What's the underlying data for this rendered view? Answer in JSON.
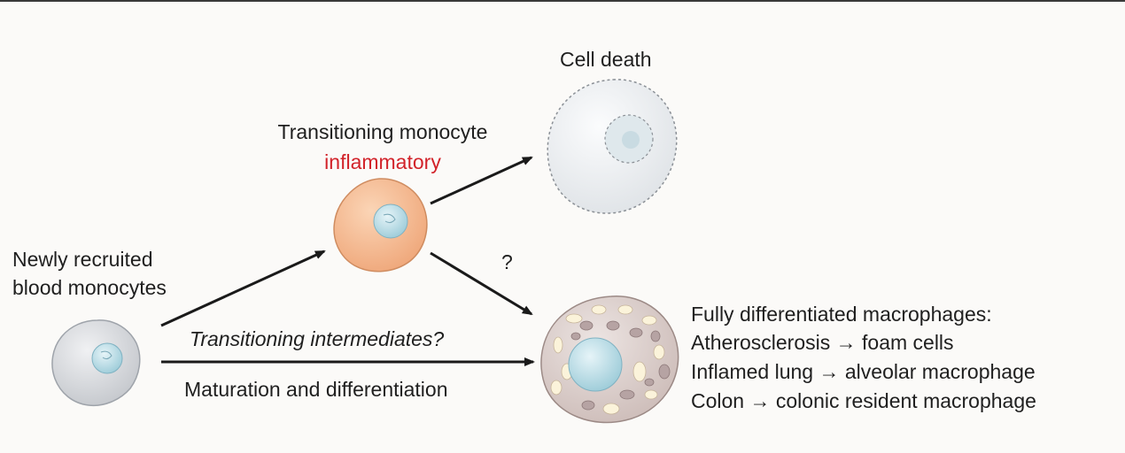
{
  "labels": {
    "cell_death": "Cell death",
    "transitioning_monocyte": "Transitioning monocyte",
    "inflammatory": "inflammatory",
    "newly_recruited_line1": "Newly recruited",
    "newly_recruited_line2": "blood monocytes",
    "question_mark": "?",
    "transitioning_intermediates": "Transitioning intermediates?",
    "maturation": "Maturation and differentiation",
    "macrophages_title": "Fully differentiated macrophages:",
    "macrophage_examples": [
      "Atherosclerosis → foam cells",
      "Inflamed lung → alveolar macrophage",
      "Colon → colonic resident macrophage"
    ]
  },
  "colors": {
    "inflammatory_text": "#d2232a",
    "monocyte_fill": "#cfd1d6",
    "inflammatory_cell_fill": "#f3b88e",
    "dead_cell_fill": "#e6e9ec",
    "macrophage_fill": "#d7c9c6",
    "nucleus_fill": "#b9dde6"
  },
  "icons": {
    "blood_monocyte": "monocyte-cell-icon",
    "inflammatory_monocyte": "inflammatory-monocyte-cell-icon",
    "dead_cell": "dead-cell-icon",
    "macrophage": "macrophage-cell-icon"
  }
}
